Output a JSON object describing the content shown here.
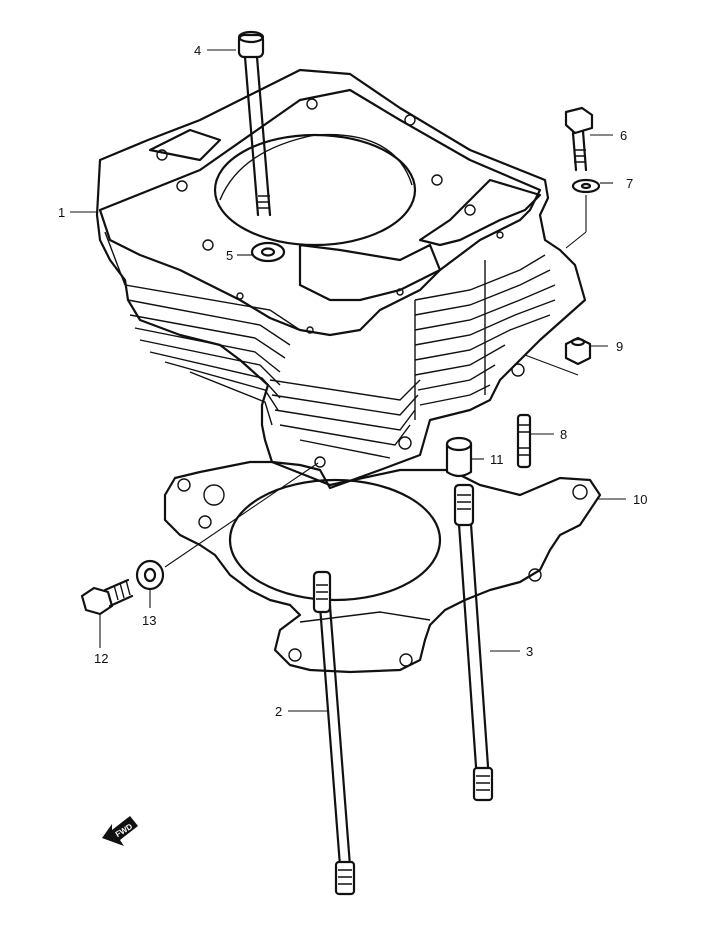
{
  "callouts": {
    "c1": "1",
    "c2": "2",
    "c3": "3",
    "c4": "4",
    "c5": "5",
    "c6": "6",
    "c7": "7",
    "c8": "8",
    "c9": "9",
    "c10": "10",
    "c11": "11",
    "c12": "12",
    "c13": "13"
  },
  "fwd_label": "FWD"
}
